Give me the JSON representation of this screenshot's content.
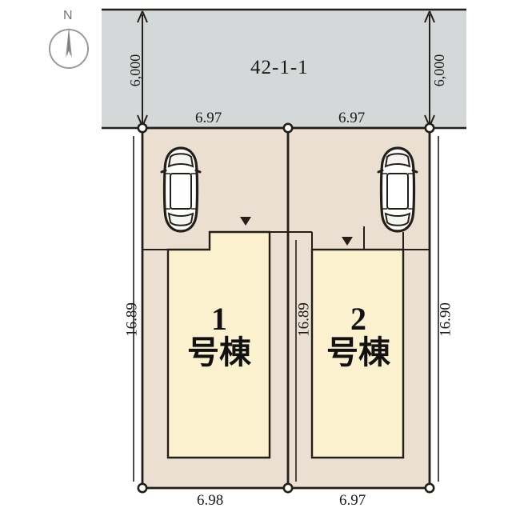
{
  "page": {
    "type": "site-plan",
    "background_color": "#ffffff"
  },
  "colors": {
    "road_fill": "#d5d8d8",
    "lot_fill": "#eadfd1",
    "building_fill": "#fbf1ce",
    "line": "#231f18",
    "compass": "#8a8a8a",
    "text": "#1a1a1a"
  },
  "compass": {
    "label": "N",
    "icon": "north-arrow-icon"
  },
  "road": {
    "parcel_label": "42-1-1",
    "width_left": "6,000",
    "width_right": "6,000",
    "frontage_left": "6.97",
    "frontage_right": "6.97"
  },
  "lots": [
    {
      "id": "lot-1",
      "building_number": "1",
      "building_suffix": "号棟",
      "left_depth": "16.89",
      "right_depth": "16.89",
      "bottom_width": "6.98",
      "top_width": "6.97",
      "car_icon": "car-top-view-icon",
      "car_position": "left",
      "entrance_icon": "entrance-triangle-icon"
    },
    {
      "id": "lot-2",
      "building_number": "2",
      "building_suffix": "号棟",
      "left_depth": "16.89",
      "right_depth": "16.90",
      "bottom_width": "6.97",
      "top_width": "6.97",
      "car_icon": "car-top-view-icon",
      "car_position": "right",
      "entrance_icon": "entrance-triangle-icon"
    }
  ],
  "dimensions": {
    "road_left_width": "6,000",
    "road_right_width": "6,000",
    "top_left_frontage": "6.97",
    "top_right_frontage": "6.97",
    "left_depth": "16.89",
    "middle_depth": "16.89",
    "right_depth": "16.90",
    "bottom_left_width": "6.98",
    "bottom_right_width": "6.97"
  }
}
